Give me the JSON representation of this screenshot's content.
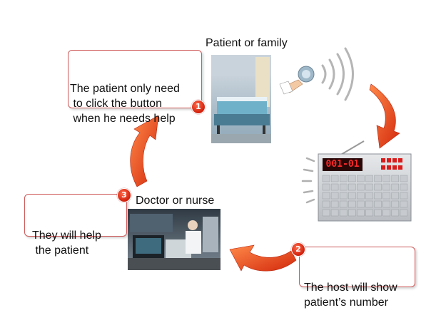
{
  "steps": [
    {
      "number": "1",
      "caption": "Patient or family",
      "text": "The patient only need\n to click the button\n when he needs help"
    },
    {
      "number": "2",
      "caption": "",
      "text": "The host will show\npatient’s number"
    },
    {
      "number": "3",
      "caption": "Doctor or nurse",
      "text": "They will help\n the patient"
    }
  ],
  "display": {
    "number": "001-01"
  },
  "colors": {
    "arrow": "#e0401c",
    "border": "#cf5a5a",
    "badge": "#d1200c"
  }
}
